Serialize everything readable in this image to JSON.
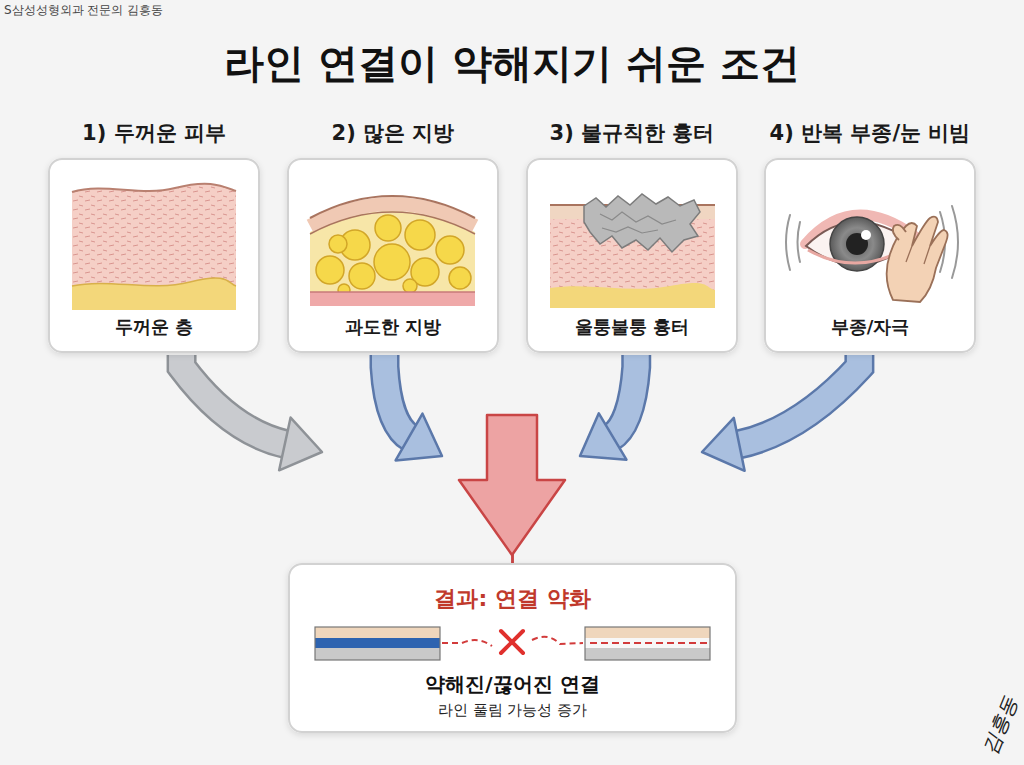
{
  "diagram": {
    "title": "라인 연결이 약해지기 쉬운 조건",
    "nodes": [
      {
        "text": [
          "1) 두꺼운 피부",
          "두꺼운 층"
        ]
      },
      {
        "text": [
          "2) 많은 지방",
          "과도한 지방"
        ]
      },
      {
        "text": [
          "3) 불규칙한 흉터",
          "울퉁불퉁 흉터"
        ]
      },
      {
        "text": [
          "4) 반복 부종/눈 비빔",
          "부종/자극"
        ]
      },
      {
        "text": [
          "결과: 연결 약화",
          "약해진/끊어진 연결",
          "라인 풀림 가능성 증가"
        ]
      }
    ],
    "edges": [
      {
        "from": 0,
        "to": 4,
        "arrow": "to"
      },
      {
        "from": 1,
        "to": 4,
        "arrow": "to"
      },
      {
        "from": 2,
        "to": 4,
        "arrow": "to"
      },
      {
        "from": 3,
        "to": 4,
        "arrow": "to"
      }
    ],
    "labels": [
      "S삼성성형외과 전문의 김흥동",
      "김흥동"
    ]
  }
}
